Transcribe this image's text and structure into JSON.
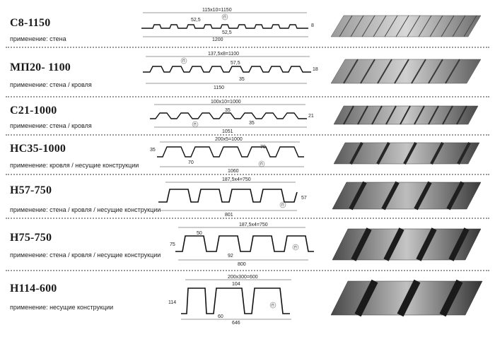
{
  "profiles": [
    {
      "name": "С8-1150",
      "usage": "применение: стена",
      "dims": {
        "pitch": "115х10=1150",
        "a": "52,5",
        "b": "52,5",
        "width": "1200",
        "height": "8",
        "tag": "П"
      }
    },
    {
      "name": "МП20- 1100",
      "usage": "применение: стена / кровля",
      "dims": {
        "pitch": "137,5х8=1100",
        "a": "57,5",
        "b": "35",
        "width": "1150",
        "height": "18",
        "tag": "П"
      }
    },
    {
      "name": "С21-1000",
      "usage": "применение: стена / кровля",
      "dims": {
        "pitch": "100х10=1000",
        "a": "35",
        "b": "35",
        "width": "1051",
        "height": "21",
        "tag": "П"
      }
    },
    {
      "name": "НС35-1000",
      "usage": "применение: кровля / несущие конструкции",
      "dims": {
        "pitch": "200х5=1000",
        "a": "70",
        "b": "70",
        "width": "1060",
        "height": "35",
        "tag": "П"
      }
    },
    {
      "name": "Н57-750",
      "usage": "применение: стена / кровля / несущие конструкции",
      "dims": {
        "pitch": "187,5х4=750",
        "width": "801",
        "height": "57",
        "tag": "П"
      }
    },
    {
      "name": "Н75-750",
      "usage": "применение: стена / кровля / несущие конструкции",
      "dims": {
        "pitch": "187,5х4=750",
        "a": "50",
        "b": "92",
        "width": "800",
        "height": "75",
        "tag": "П"
      }
    },
    {
      "name": "Н114-600",
      "usage": "применение: несущие конструкции",
      "dims": {
        "pitch": "200х300=600",
        "a": "104",
        "b": "60",
        "width": "646",
        "height": "114",
        "tag": "П"
      }
    }
  ]
}
